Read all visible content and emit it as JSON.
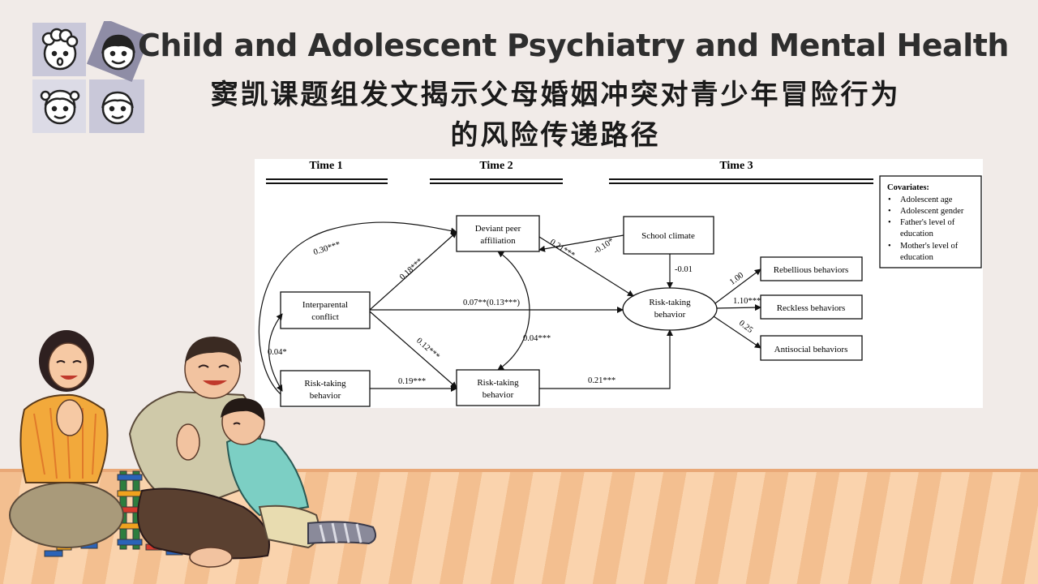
{
  "header": {
    "journal_title": "Child and Adolescent Psychiatry and Mental Health",
    "headline_line1": "窦凯课题组发文揭示父母婚姻冲突对青少年冒险行为",
    "headline_line2": "的风险传递路径"
  },
  "diagram": {
    "time_labels": [
      "Time 1",
      "Time 2",
      "Time 3"
    ],
    "nodes": {
      "interparental_conflict": [
        "Interparental",
        "conflict"
      ],
      "risk_taking_t1": [
        "Risk-taking",
        "behavior"
      ],
      "deviant_peer": [
        "Deviant peer",
        "affiliation"
      ],
      "risk_taking_t2": [
        "Risk-taking",
        "behavior"
      ],
      "school_climate": [
        "School climate"
      ],
      "risk_taking_t3": [
        "Risk-taking",
        "behavior"
      ],
      "rebellious": [
        "Rebellious behaviors"
      ],
      "reckless": [
        "Reckless behaviors"
      ],
      "antisocial": [
        "Antisocial behaviors"
      ]
    },
    "paths": {
      "ipc_to_peer": "0.18***",
      "ipc_to_rtb2": "0.12***",
      "ipc_to_rtb3": "0.07**(0.13***)",
      "rtb1_to_peer": "0.30***",
      "ipc_rtb1_cov": "0.04*",
      "rtb1_to_rtb2": "0.19***",
      "peer_rtb2_cov": "0.04***",
      "peer_to_rtb3": "0.21***",
      "school_to_peer": "-0.10*",
      "school_to_rtb3": "-0.01",
      "rtb2_to_rtb3": "0.21***",
      "rtb3_to_rebellious": "1.00",
      "rtb3_to_reckless": "1.10***",
      "rtb3_to_antisocial": "0.25"
    },
    "covariates": {
      "title": "Covariates:",
      "items": [
        [
          "Adolescent age"
        ],
        [
          "Adolescent gender"
        ],
        [
          "Father's level of",
          "education"
        ],
        [
          "Mother's level of",
          "education"
        ]
      ]
    }
  }
}
